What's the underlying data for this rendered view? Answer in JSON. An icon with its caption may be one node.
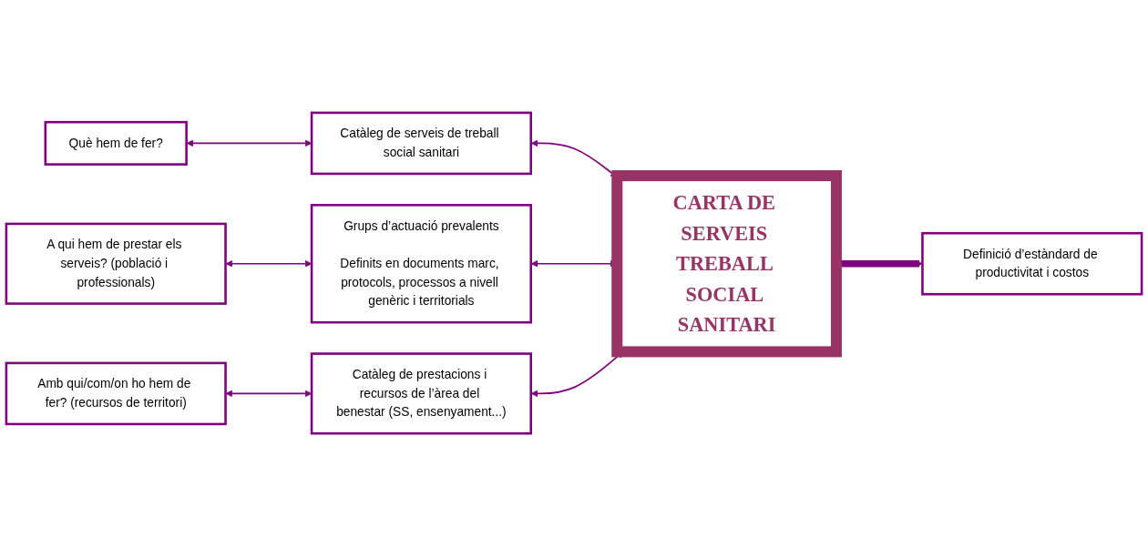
{
  "diagram": {
    "nodes": [
      {
        "text": [
          "Què hem de fer?"
        ]
      },
      {
        "text": [
          "Catàleg de serveis de treball social sanitari"
        ]
      },
      {
        "text": [
          "A qui hem de prestar els serveis? (població i professionals)"
        ]
      },
      {
        "text": [
          "Grups d’actuació prevalents",
          "Definits en documents marc, protocols, processos a nivell genèric i territorials"
        ]
      },
      {
        "text": [
          "Amb qui/com/on ho hem de fer? (recursos de territori)"
        ]
      },
      {
        "text": [
          "Catàleg de prestacions i recursos de l’àrea del benestar (SS, ensenyament...)"
        ]
      },
      {
        "text": [
          "CARTA DE SERVEIS TREBALL SOCIAL SANITARI"
        ]
      },
      {
        "text": [
          "Definició d’estàndard de productivitat i costos"
        ]
      }
    ],
    "edges": [
      {
        "from": 0,
        "to": 1,
        "arrow": "both"
      },
      {
        "from": 1,
        "to": 6,
        "arrow": "both"
      },
      {
        "from": 2,
        "to": 3,
        "arrow": "both"
      },
      {
        "from": 3,
        "to": 6,
        "arrow": "both"
      },
      {
        "from": 4,
        "to": 5,
        "arrow": "both"
      },
      {
        "from": 5,
        "to": 6,
        "arrow": "both"
      },
      {
        "from": 6,
        "to": 7,
        "arrow": "to",
        "style": "thick"
      }
    ]
  }
}
